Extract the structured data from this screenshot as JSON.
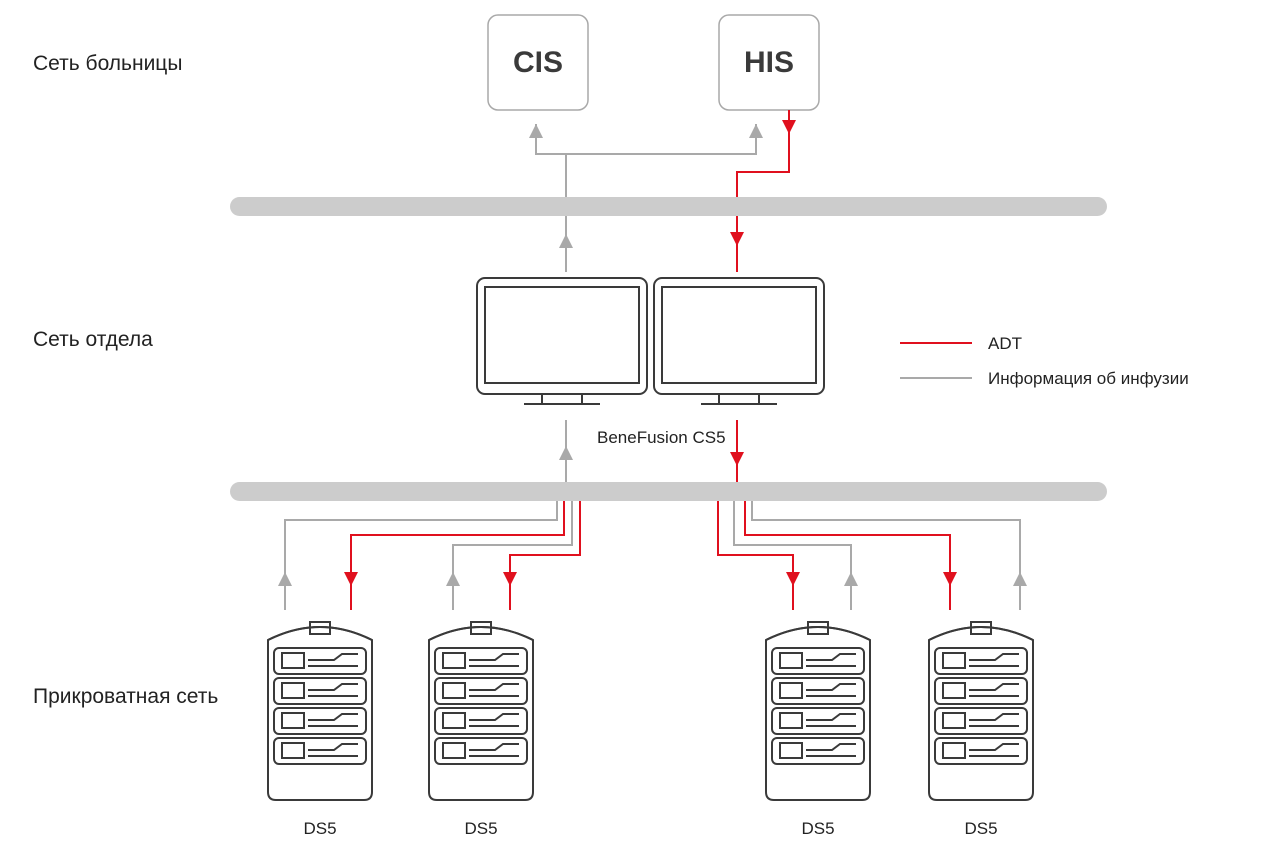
{
  "zones": {
    "hospital": "Сеть больницы",
    "department": "Сеть отдела",
    "bedside": "Прикроватная сеть"
  },
  "systems": {
    "cis": "CIS",
    "his": "HIS"
  },
  "central_station": "BeneFusion CS5",
  "pumps": [
    "DS5",
    "DS5",
    "DS5",
    "DS5"
  ],
  "legend": {
    "adt": "ADT",
    "infusion": "Информация об инфузии"
  },
  "colors": {
    "adt": "#e0101e",
    "infusion": "#a9a9a9",
    "bus": "#cccccc",
    "outline": "#3a3a3a"
  }
}
